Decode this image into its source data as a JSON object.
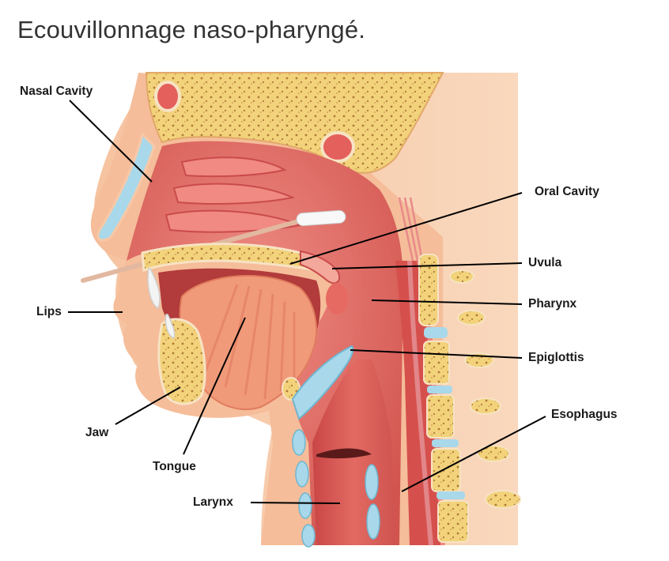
{
  "title": "Ecouvillonnage naso-pharyngé.",
  "labels": {
    "nasal_cavity": "Nasal Cavity",
    "oral_cavity": "Oral Cavity",
    "uvula": "Uvula",
    "pharynx": "Pharynx",
    "lips": "Lips",
    "epiglottis": "Epiglottis",
    "esophagus": "Esophagus",
    "jaw": "Jaw",
    "tongue": "Tongue",
    "larynx": "Larynx"
  },
  "colors": {
    "skin": "#f7c9a8",
    "background_tissue": "#fbe4cd",
    "flesh": "#e46a66",
    "flesh_dark": "#c94b4b",
    "bone": "#f2d27a",
    "cartilage": "#a8d8ea",
    "tongue": "#f19a7a",
    "swab": "#f5f5f5"
  }
}
